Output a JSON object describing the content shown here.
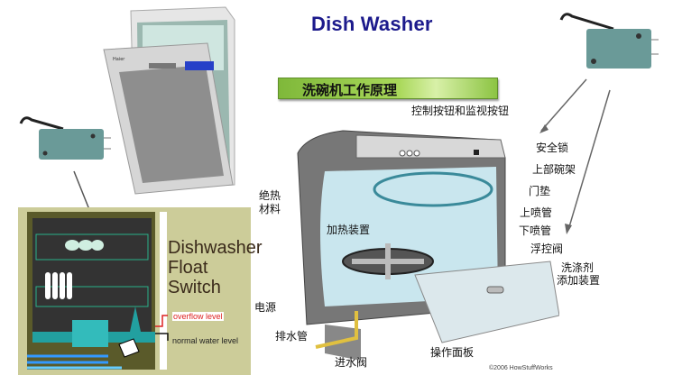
{
  "title": "Dish Washer",
  "banner": {
    "label": "洗碗机工作原理",
    "color": "#8cc443"
  },
  "diagram_labels": {
    "control_buttons": "控制按钮和监视按钮",
    "safety_lock": "安全锁",
    "upper_rack": "上部碗架",
    "door_gasket": "门垫",
    "upper_spray_arm": "上喷管",
    "lower_spray_arm": "下喷管",
    "float_valve": "浮控阀",
    "detergent_line1": "洗涤剂",
    "detergent_line2": "添加装置",
    "insulation_line1": "绝热",
    "insulation_line2": "材料",
    "heating_element": "加热装置",
    "power": "电源",
    "drain_pipe": "排水管",
    "inlet_valve": "进水阀",
    "control_panel": "操作面板"
  },
  "float_switch_panel": {
    "title_line1": "Dishwasher",
    "title_line2": "Float Switch",
    "overflow_label": "overflow level",
    "normal_label": "normal water level",
    "overflow_color": "#dd2222"
  },
  "copyright": "©2006 HowStuffWorks",
  "icons": [
    "micro-switch-icon",
    "micro-switch-icon",
    "dishwasher-photo",
    "dishwasher-cutaway"
  ]
}
